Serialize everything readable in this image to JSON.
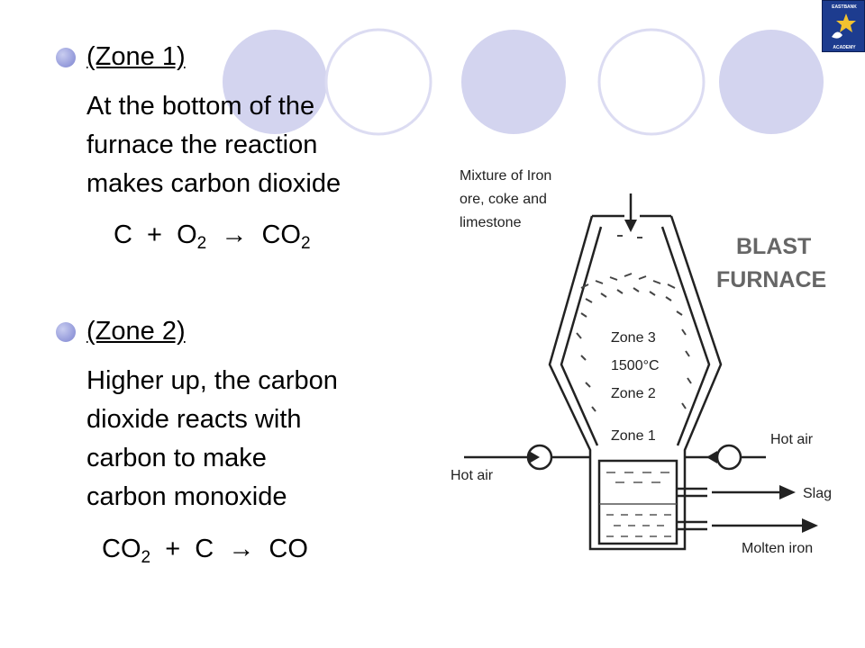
{
  "zone1": {
    "heading": "(Zone 1)",
    "lines": [
      "At the bottom of the",
      "furnace the reaction",
      "makes carbon dioxide"
    ],
    "equation": {
      "t1": "C  +  O",
      "s1": "2",
      "arrow": "  →  ",
      "t2": "CO",
      "s2": "2"
    }
  },
  "zone2": {
    "heading": "(Zone 2)",
    "lines": [
      "Higher up, the carbon",
      "dioxide reacts with",
      "carbon to make",
      "carbon monoxide"
    ],
    "equation": {
      "t1": "CO",
      "s1": "2",
      "t2": "  +  C  ",
      "arrow": "→",
      "t3": "  CO"
    }
  },
  "diagram": {
    "input_label": [
      "Mixture of Iron",
      "ore, coke and",
      "limestone"
    ],
    "title": [
      "BLAST",
      "FURNACE"
    ],
    "zone3": "Zone 3",
    "temperature": "1500°C",
    "zone2": "Zone 2",
    "zone1": "Zone 1",
    "hot_air_left": "Hot air",
    "hot_air_right": "Hot air",
    "slag": "Slag",
    "molten_iron": "Molten iron"
  },
  "logo": {
    "top_text": "EASTBANK",
    "bottom_text": "ACADEMY"
  },
  "colors": {
    "circle_fill": "#d3d4ef",
    "circle_outline": "#dcdcf2",
    "bullet": "#9aa0dd",
    "logo_bg": "#1d3c8f"
  }
}
